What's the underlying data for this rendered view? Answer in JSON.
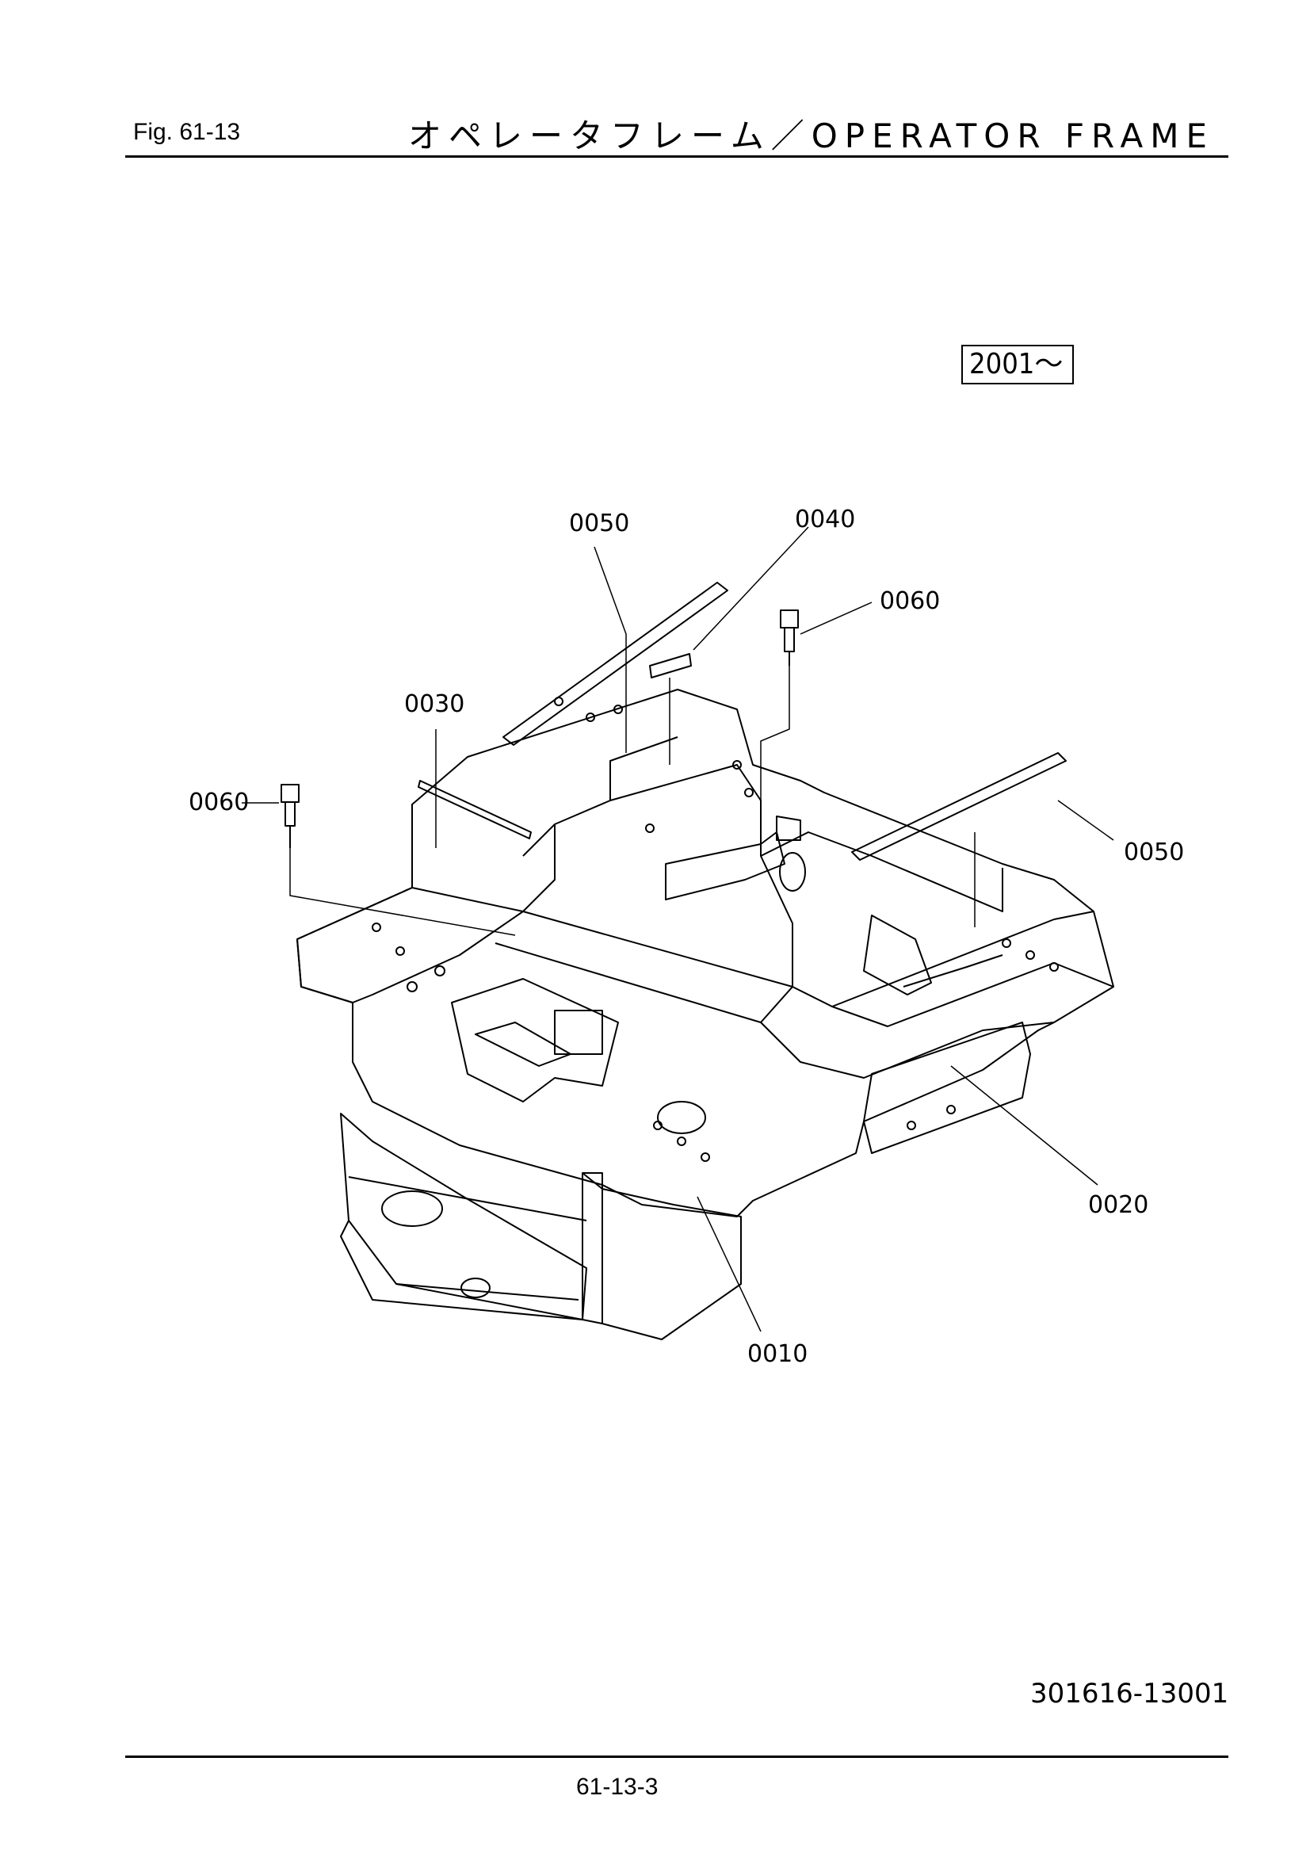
{
  "header": {
    "figure": "Fig.  61-13",
    "title": "オペレータフレーム／OPERATOR FRAME"
  },
  "serial_range": "2001～",
  "parts": [
    {
      "number": "0050",
      "name": "top-left-strip"
    },
    {
      "number": "0040",
      "name": "pad"
    },
    {
      "number": "0060",
      "name": "bolt-right"
    },
    {
      "number": "0030",
      "name": "plate"
    },
    {
      "number": "0060",
      "name": "bolt-left"
    },
    {
      "number": "0050",
      "name": "right-strip"
    },
    {
      "number": "0020",
      "name": "frame-right"
    },
    {
      "number": "0010",
      "name": "frame-main"
    }
  ],
  "drawing_number": "301616-13001",
  "page_number": "61-13-3"
}
